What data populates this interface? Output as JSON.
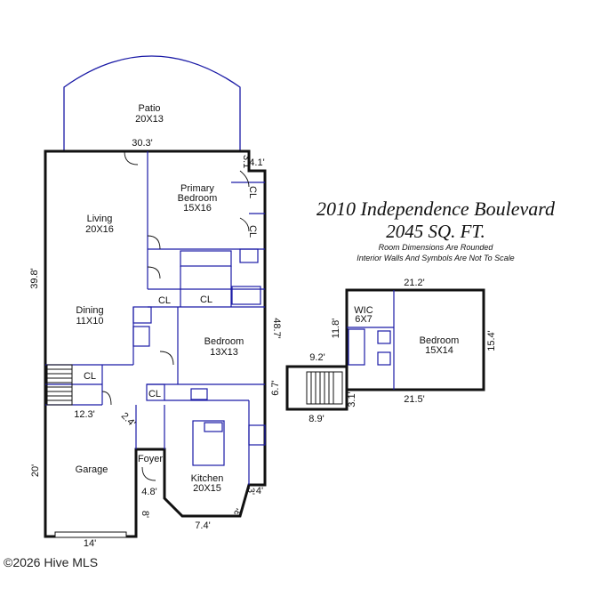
{
  "header": {
    "address": "2010 Independence Boulevard",
    "sqft": "2045 SQ. FT.",
    "note1": "Room Dimensions Are Rounded",
    "note2": "Interior Walls And Symbols Are Not To Scale"
  },
  "rooms": {
    "patio_name": "Patio",
    "patio_size": "20X13",
    "primary_name1": "Primary",
    "primary_name2": "Bedroom",
    "primary_size": "15X16",
    "living_name": "Living",
    "living_size": "20X16",
    "dining_name": "Dining",
    "dining_size": "11X10",
    "bedroom_name": "Bedroom",
    "bedroom_size": "13X13",
    "garage_name": "Garage",
    "foyer_name": "Foyer",
    "kitchen_name": "Kitchen",
    "kitchen_size": "20X15",
    "wic_name": "WIC",
    "wic_size": "6X7",
    "bedroom2_name": "Bedroom",
    "bedroom2_size": "15X14",
    "closet": "CL"
  },
  "dimensions": {
    "d_30_3": "30.3'",
    "d_4_1": "4.1'",
    "d_3_1a": "3.1'",
    "d_39_8": "39.8'",
    "d_48_7": "48.7'",
    "d_6_7": "6.7'",
    "d_12_3": "12.3'",
    "d_2_4": "2.4'",
    "d_20": "20'",
    "d_4_8": "4.8'",
    "d_8": "8'",
    "d_14": "14'",
    "d_7_4": "7.4'",
    "d_3a": "3'",
    "d_3b": "3'",
    "d_4": "4'",
    "d_21_2": "21.2'",
    "d_11_8": "11.8'",
    "d_15_4": "15.4'",
    "d_9_2": "9.2'",
    "d_3_1b": "3.1'",
    "d_21_5": "21.5'",
    "d_8_9": "8.9'"
  },
  "footer": {
    "copyright": "©2026 Hive MLS"
  },
  "colors": {
    "wall": "#111111",
    "interior": "#1a1aa6",
    "text": "#111111"
  }
}
